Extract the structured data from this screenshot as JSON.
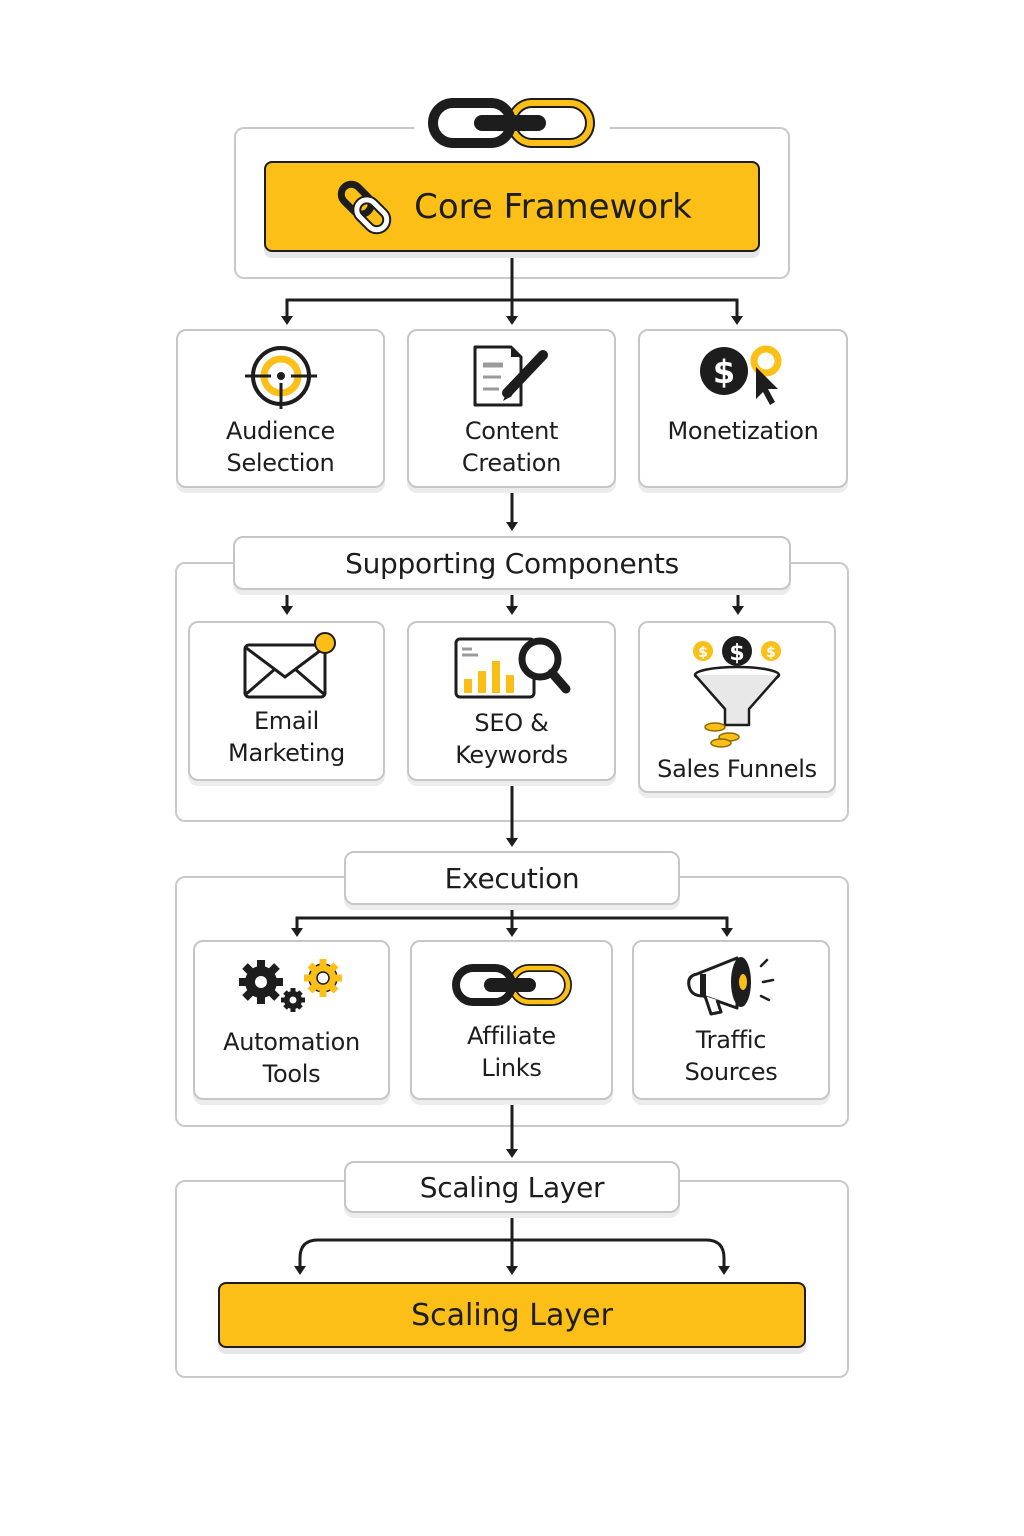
{
  "colors": {
    "accent": "#fbbf17",
    "ink": "#1d1d1d",
    "border": "#c6c6c6"
  },
  "core": {
    "title": "Core Framework",
    "icon": "link-icon",
    "top_icon": "chain-icon"
  },
  "pillars": [
    {
      "label_line1": "Audience",
      "label_line2": "Selection",
      "icon": "target-icon"
    },
    {
      "label_line1": "Content",
      "label_line2": "Creation",
      "icon": "document-pencil-icon"
    },
    {
      "label_line1": "Monetization",
      "label_line2": "",
      "icon": "dollar-cursor-icon"
    }
  ],
  "supporting": {
    "title": "Supporting Components",
    "items": [
      {
        "label_line1": "Email",
        "label_line2": "Marketing",
        "icon": "envelope-icon"
      },
      {
        "label_line1": "SEO &",
        "label_line2": "Keywords",
        "icon": "chart-search-icon"
      },
      {
        "label_line1": "Sales Funnels",
        "label_line2": "",
        "icon": "funnel-icon"
      }
    ]
  },
  "execution": {
    "title": "Execution",
    "items": [
      {
        "label_line1": "Automation",
        "label_line2": "Tools",
        "icon": "gears-icon"
      },
      {
        "label_line1": "Affiliate",
        "label_line2": "Links",
        "icon": "chain-icon"
      },
      {
        "label_line1": "Traffic",
        "label_line2": "Sources",
        "icon": "megaphone-icon"
      }
    ]
  },
  "scaling": {
    "header": "Scaling Layer",
    "bar": "Scaling Layer"
  }
}
